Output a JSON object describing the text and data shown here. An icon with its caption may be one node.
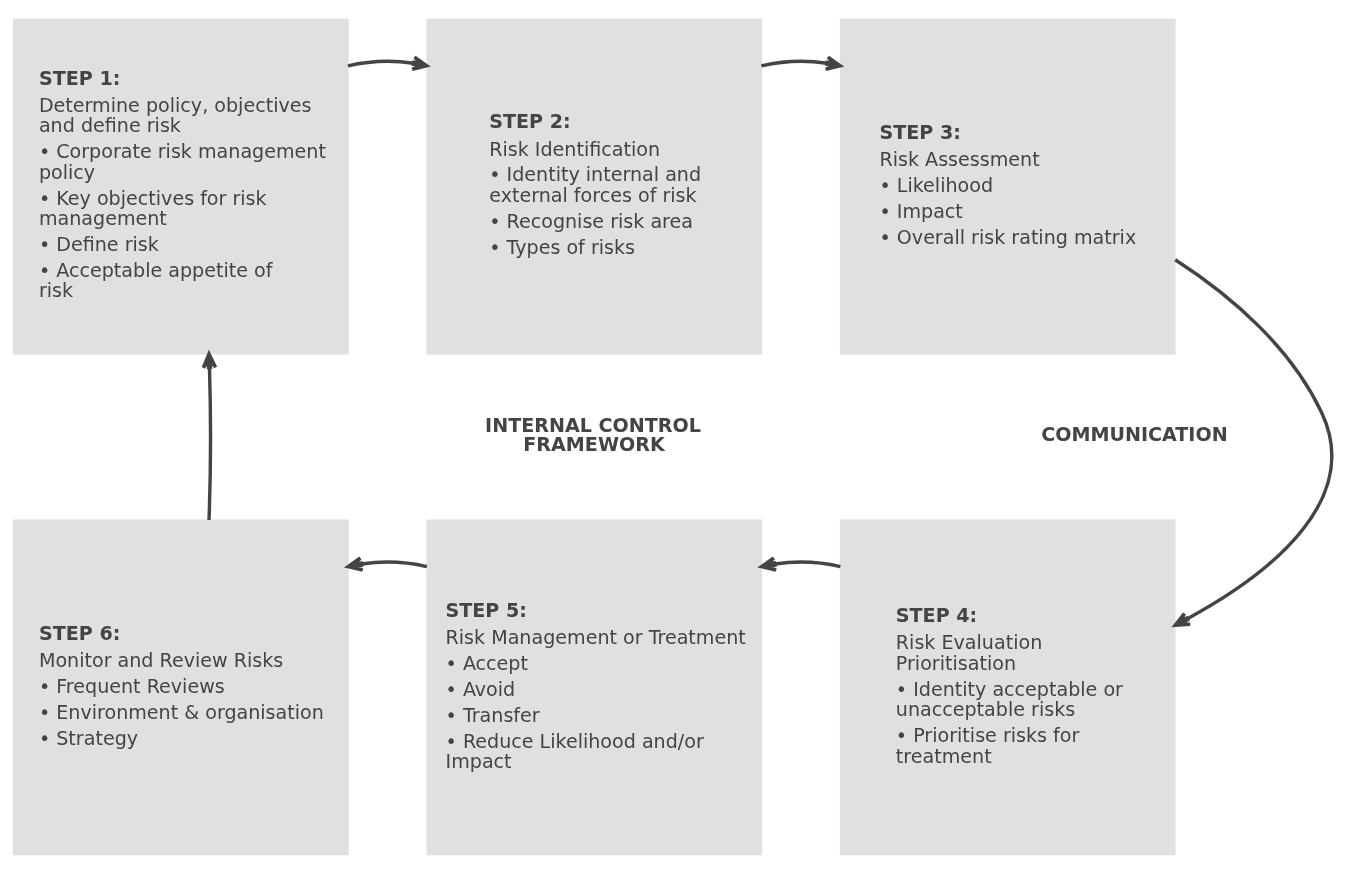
{
  "diagram": {
    "nodes": [
      {
        "text": [
          "STEP 1:",
          "Determine policy, objectives and define risk",
          "• Corporate risk management policy",
          "• Key objectives for risk management",
          "• Define risk",
          "• Acceptable appetite of risk"
        ]
      },
      {
        "text": [
          "STEP 2:",
          "Risk Identification",
          "• Identity internal and external forces of risk",
          "• Recognise risk area",
          "• Types of risks"
        ]
      },
      {
        "text": [
          "STEP 3:",
          "Risk Assessment",
          "• Likelihood",
          "• Impact",
          "• Overall risk rating matrix"
        ]
      },
      {
        "text": [
          "STEP 6:",
          "Monitor and Review Risks",
          "• Frequent Reviews",
          "• Environment & organisation",
          "• Strategy"
        ]
      },
      {
        "text": [
          "STEP 5:",
          "Risk Management or Treatment",
          "• Accept",
          "• Avoid",
          "• Transfer",
          "• Reduce Likelihood and/or Impact"
        ]
      },
      {
        "text": [
          "STEP 4:",
          "Risk Evaluation Prioritisation",
          "• Identity acceptable or unacceptable risks",
          "• Prioritise risks for treatment"
        ]
      }
    ],
    "edges": [
      {
        "from": 0,
        "to": 1,
        "arrow": "to"
      },
      {
        "from": 1,
        "to": 2,
        "arrow": "to"
      },
      {
        "from": 2,
        "to": 5,
        "arrow": "to"
      },
      {
        "from": 5,
        "to": 4,
        "arrow": "to"
      },
      {
        "from": 4,
        "to": 3,
        "arrow": "to"
      },
      {
        "from": 3,
        "to": 0,
        "arrow": "to"
      }
    ],
    "labels": [
      "INTERNAL CONTROL FRAMEWORK",
      "COMMUNICATION"
    ]
  }
}
